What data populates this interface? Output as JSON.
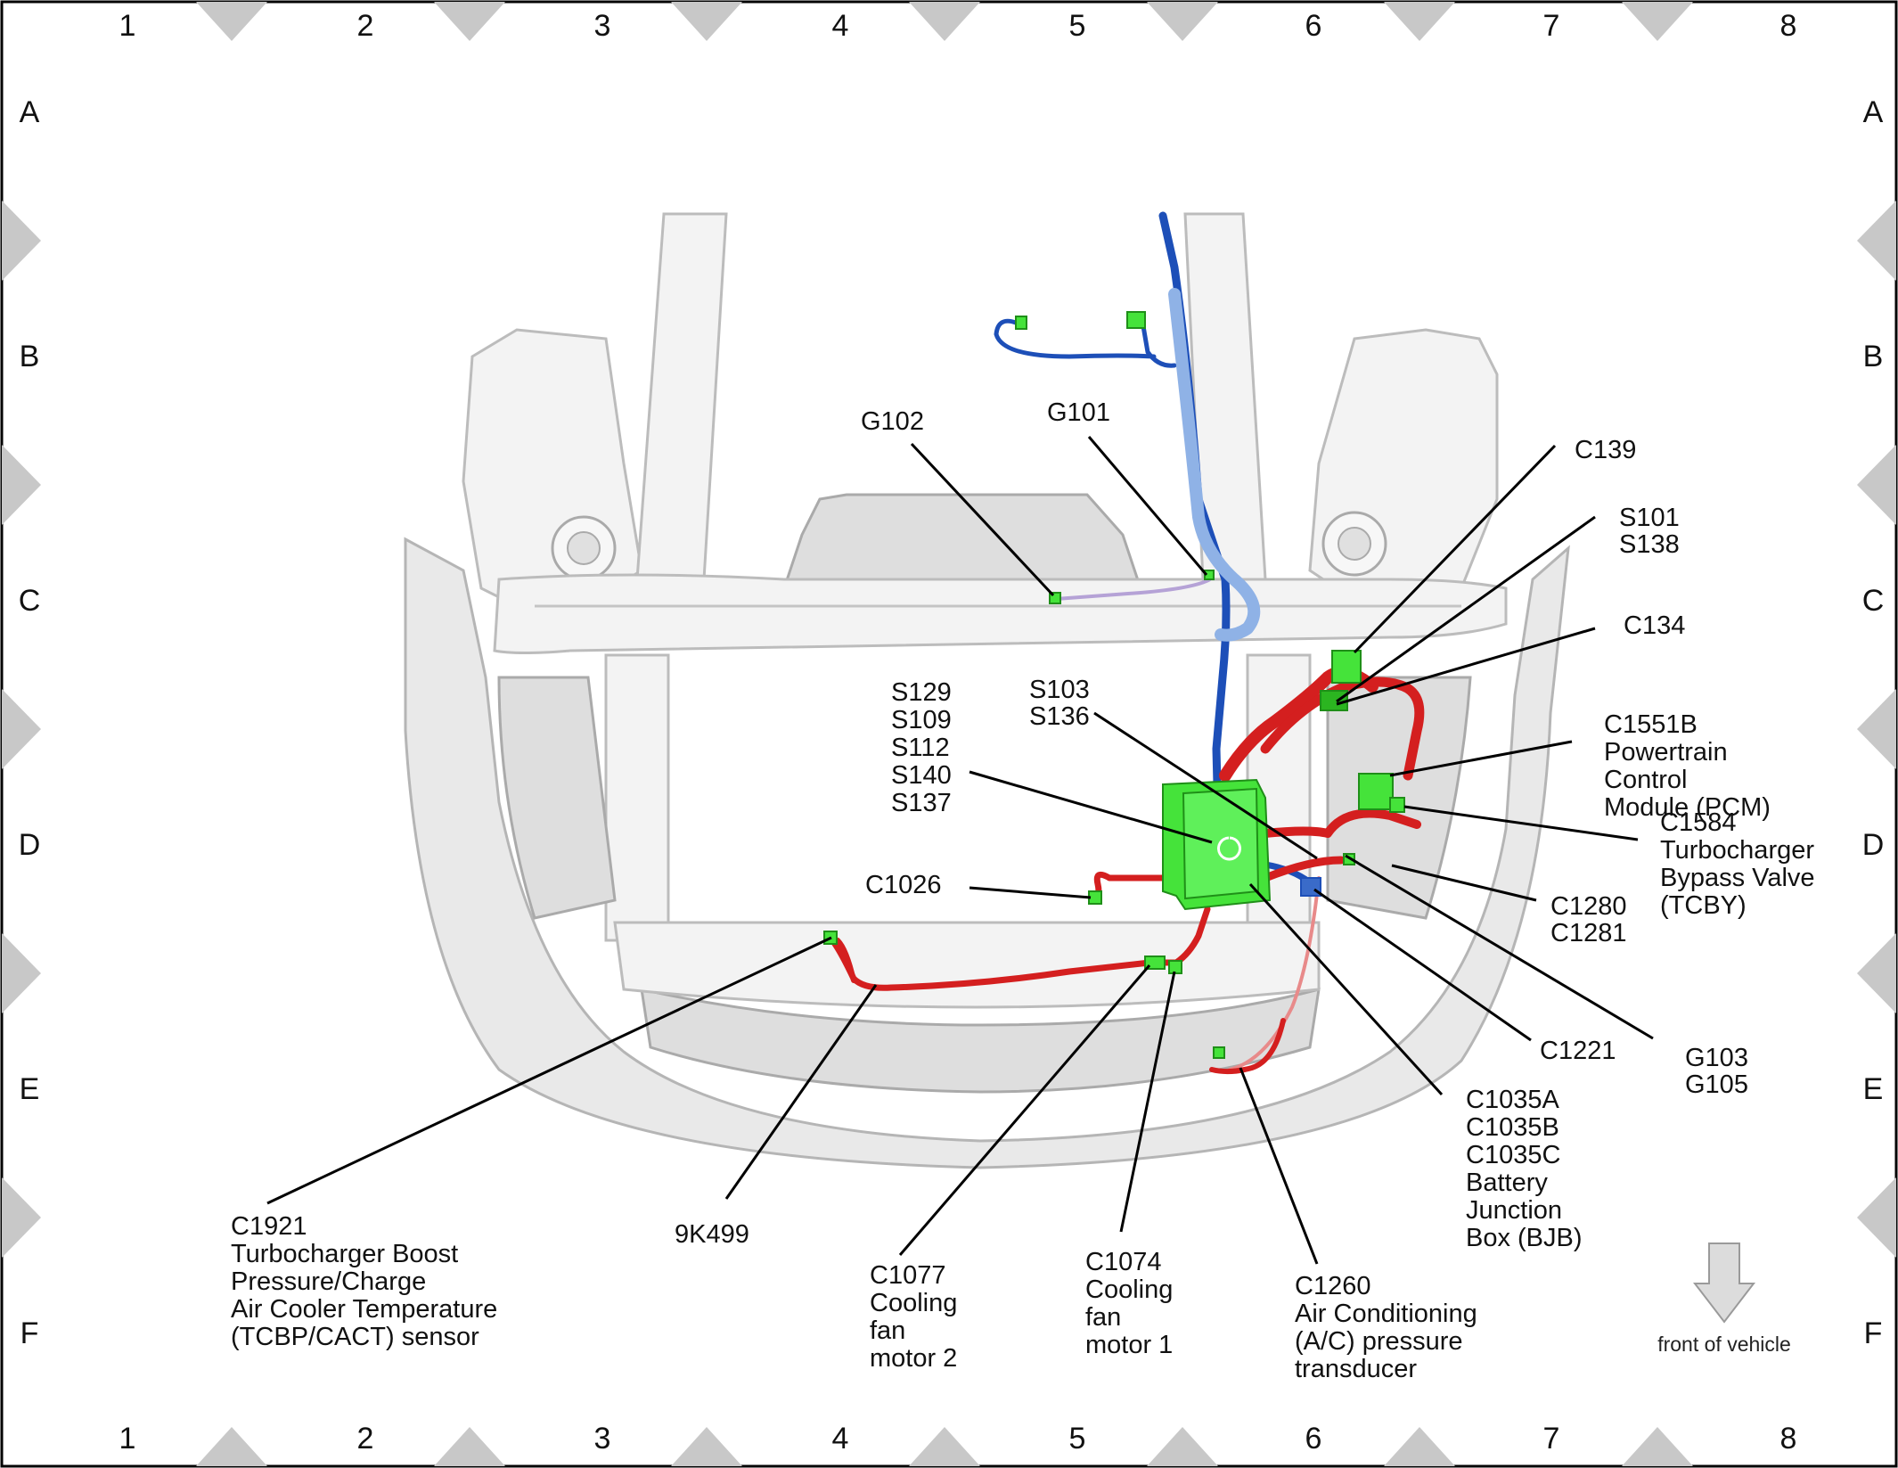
{
  "grid": {
    "columns": [
      "1",
      "2",
      "3",
      "4",
      "5",
      "6",
      "7",
      "8"
    ],
    "rows": [
      "A",
      "B",
      "C",
      "D",
      "E",
      "F"
    ]
  },
  "labels": {
    "g102": [
      "G102"
    ],
    "g101": [
      "G101"
    ],
    "c139": [
      "C139"
    ],
    "s101_s138": [
      "S101",
      "S138"
    ],
    "c134": [
      "C134"
    ],
    "s103_s136": [
      "S103",
      "S136"
    ],
    "s129_group": [
      "S129",
      "S109",
      "S112",
      "S140",
      "S137"
    ],
    "c1551b": [
      "C1551B",
      "Powertrain",
      "Control",
      "Module (PCM)"
    ],
    "c1026": [
      "C1026"
    ],
    "c1584": [
      "C1584",
      "Turbocharger",
      "Bypass Valve",
      "(TCBY)"
    ],
    "c1280_c1281": [
      "C1280",
      "C1281"
    ],
    "c1221": [
      "C1221"
    ],
    "g103_g105": [
      "G103",
      "G105"
    ],
    "c1035": [
      "C1035A",
      "C1035B",
      "C1035C",
      "Battery",
      "Junction",
      "Box (BJB)"
    ],
    "c1921": [
      "C1921",
      "Turbocharger Boost",
      "Pressure/Charge",
      "Air Cooler Temperature",
      "(TCBP/CACT) sensor"
    ],
    "k9k499": [
      "9K499"
    ],
    "c1077": [
      "C1077",
      "Cooling",
      "fan",
      "motor 2"
    ],
    "c1074": [
      "C1074",
      "Cooling",
      "fan",
      "motor 1"
    ],
    "c1260": [
      "C1260",
      "Air Conditioning",
      "(A/C) pressure",
      "transducer"
    ]
  },
  "front_label": "front of vehicle",
  "colors": {
    "connector": "#45e33a",
    "wire_red": "#d41f1f",
    "wire_blue": "#1d4fb8",
    "wire_light_blue": "#8fb2e6"
  }
}
